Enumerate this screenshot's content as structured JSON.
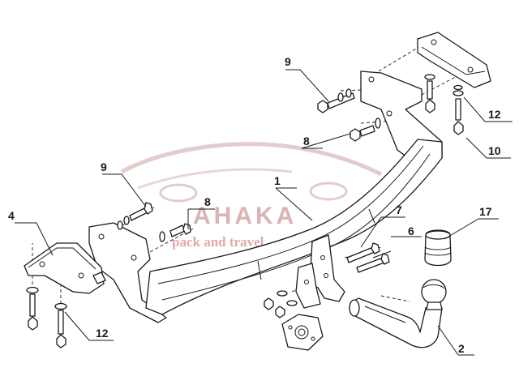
{
  "watermark": {
    "brand": "AHAKA",
    "tagline": "pack and travel"
  },
  "callouts": {
    "c1": "1",
    "c2": "2",
    "c4": "4",
    "c6": "6",
    "c7": "7",
    "c8a": "8",
    "c8b": "8",
    "c9a": "9",
    "c9b": "9",
    "c10": "10",
    "c12a": "12",
    "c12b": "12",
    "c17": "17"
  }
}
